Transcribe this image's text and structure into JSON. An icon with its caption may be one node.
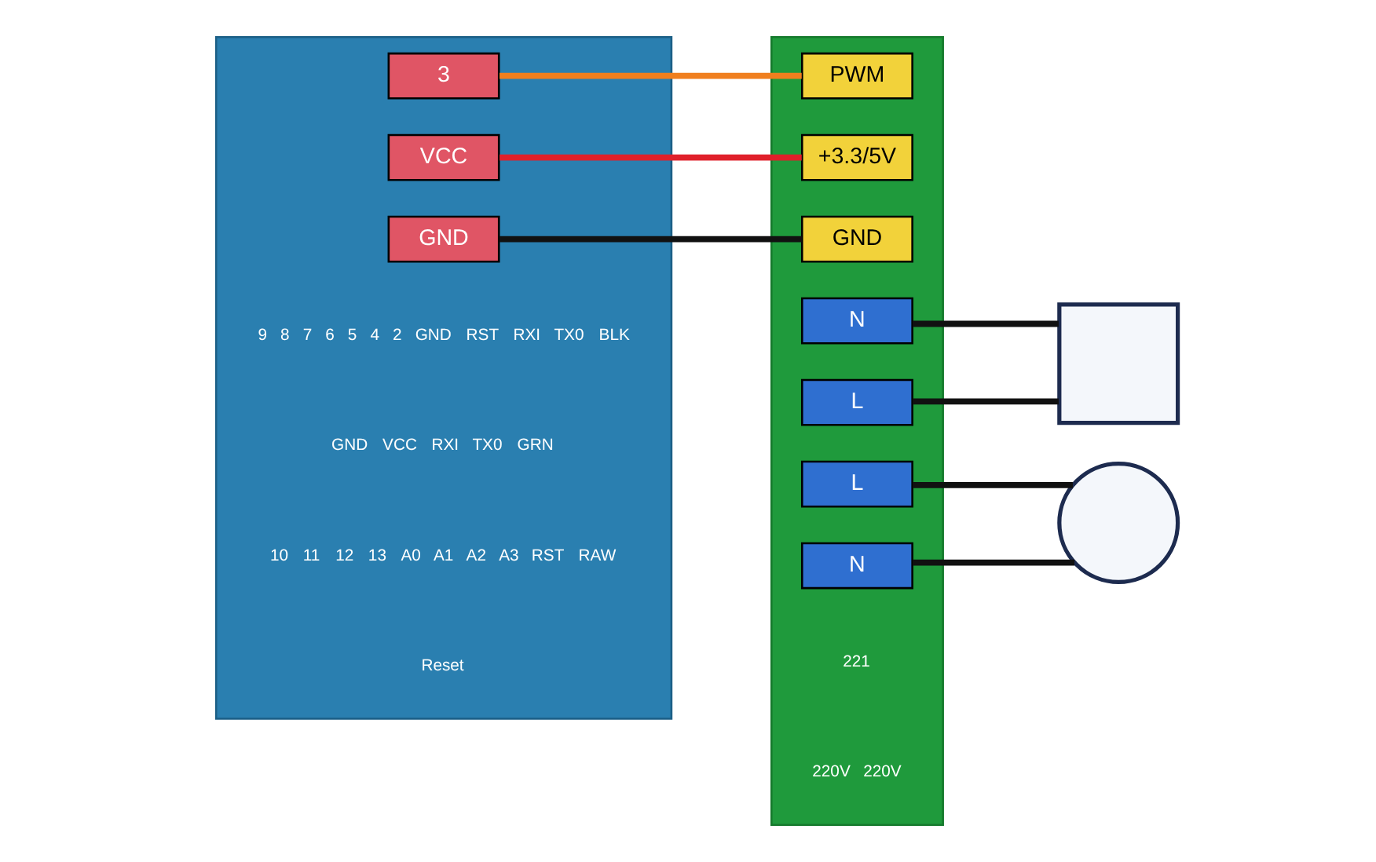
{
  "diagram": {
    "nodes": [
      {
        "text": [],
        "shape": "box"
      },
      {
        "text": [
          "3"
        ],
        "in": 0
      },
      {
        "text": [
          "VCC"
        ],
        "in": 0
      },
      {
        "text": [
          "GND"
        ],
        "in": 0
      },
      {
        "text": [],
        "shape": "box"
      },
      {
        "text": [
          "+3.3/5V"
        ],
        "in": 4
      },
      {
        "text": [
          "GND"
        ],
        "in": 4
      },
      {
        "text": [
          "PWM"
        ],
        "in": 4
      },
      {
        "text": [
          "N"
        ],
        "in": 4
      },
      {
        "text": [
          "L"
        ],
        "in": 4
      },
      {
        "text": [
          "L"
        ],
        "in": 4
      },
      {
        "text": [
          "N"
        ],
        "in": 4
      },
      {
        "text": [],
        "shape": "box"
      },
      {
        "text": [],
        "shape": "circle"
      }
    ],
    "edges": [
      {
        "from": 1,
        "to": 7,
        "arrow": "none",
        "color": "#f07f1e"
      },
      {
        "from": 2,
        "to": 5,
        "arrow": "none",
        "color": "#e0202a"
      },
      {
        "from": 3,
        "to": 6,
        "arrow": "none"
      },
      {
        "from": 8,
        "to": 12,
        "arrow": "none"
      },
      {
        "from": 9,
        "to": 12,
        "arrow": "none"
      },
      {
        "from": 10,
        "to": 13,
        "arrow": "none"
      },
      {
        "from": 11,
        "to": 13,
        "arrow": "none"
      }
    ],
    "labels": [
      "9",
      "8",
      "7",
      "6",
      "5",
      "4",
      "2",
      "GND",
      "RST",
      "RXI",
      "TX0",
      "BLK",
      "GND",
      "VCC",
      "RXI",
      "TX0",
      "GRN",
      "10",
      "11",
      "12",
      "13",
      "A0",
      "A1",
      "A2",
      "A3",
      "RST",
      "RAW",
      "Reset",
      "221",
      "220V",
      "220V"
    ]
  }
}
